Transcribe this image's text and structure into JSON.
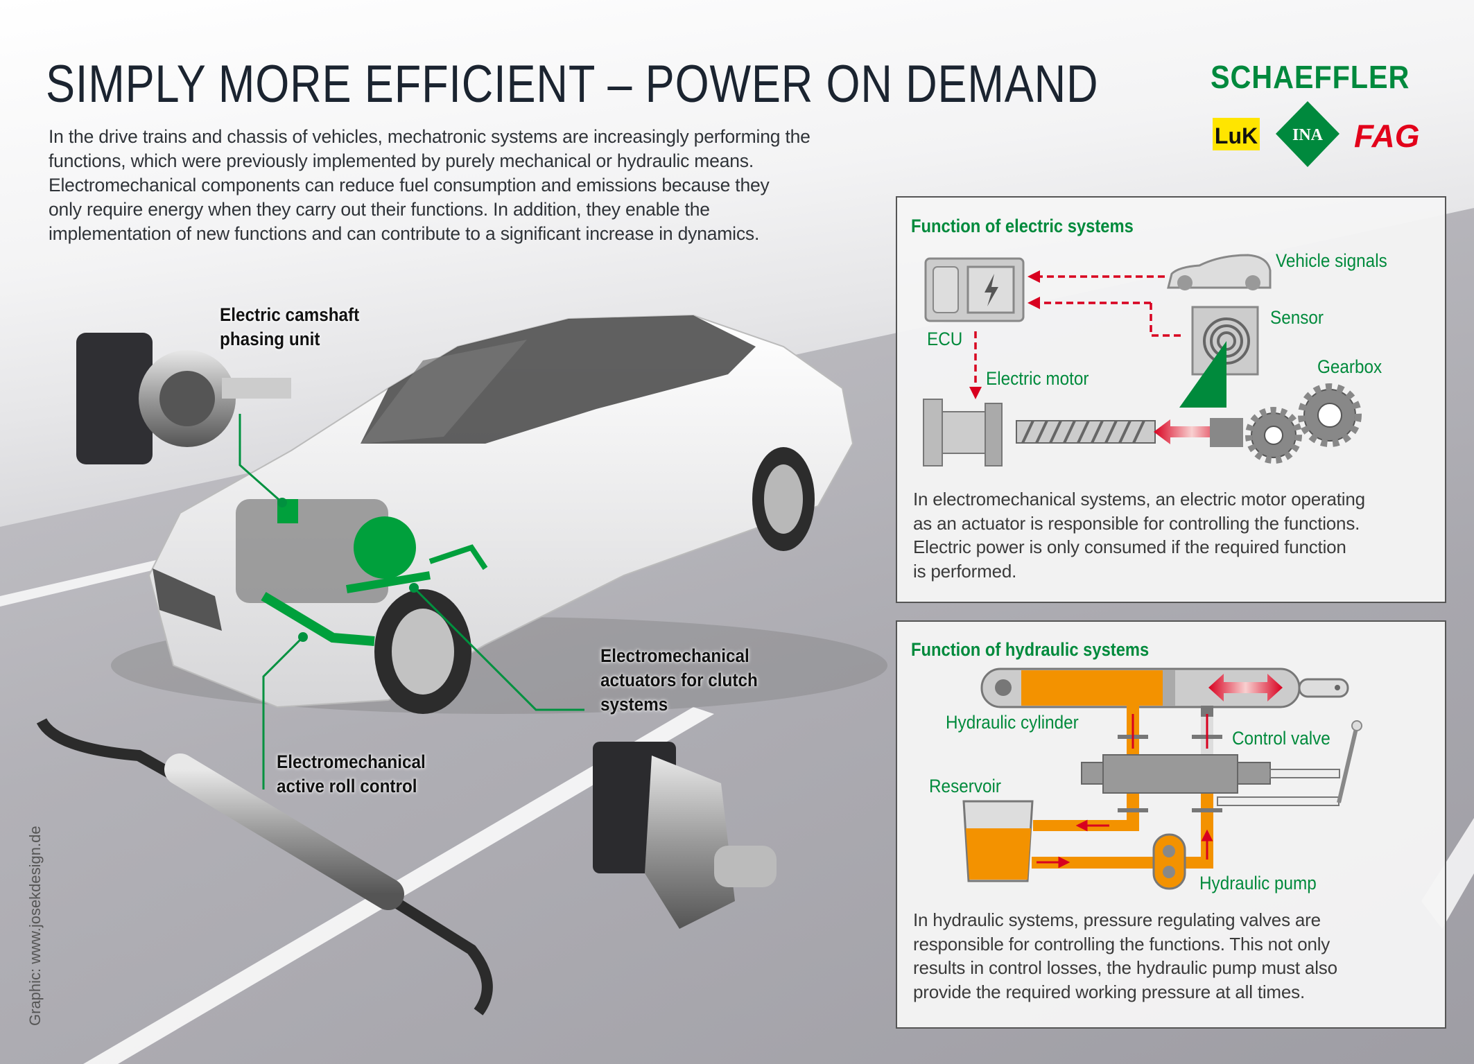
{
  "header": {
    "title": "SIMPLY MORE EFFICIENT – POWER ON DEMAND",
    "intro_lines": [
      "In the drive trains and chassis of vehicles, mechatronic systems are increasingly performing the",
      "functions, which were previously implemented by purely mechanical or hydraulic means.",
      "Electromechanical components can reduce fuel consumption and emissions because they",
      "only require energy when they carry out their functions. In addition, they enable the",
      "implementation of new functions and can contribute to a significant increase in dynamics."
    ]
  },
  "logos": {
    "schaeffler": "SCHAEFFLER",
    "luk": "LuK",
    "ina": "INA",
    "fag": "FAG"
  },
  "callouts": {
    "camshaft": [
      "Electric camshaft",
      "phasing unit"
    ],
    "clutch": [
      "Electromechanical",
      "actuators for clutch",
      "systems"
    ],
    "roll": [
      "Electromechanical",
      "active roll control"
    ]
  },
  "credit": "Graphic: www.josekdesign.de",
  "electric_panel": {
    "title": "Function of electric systems",
    "labels": {
      "vehicle_signals": "Vehicle signals",
      "sensor": "Sensor",
      "ecu": "ECU",
      "electric_motor": "Electric motor",
      "gearbox": "Gearbox"
    },
    "body_lines": [
      "In electromechanical systems, an electric motor operating",
      "as an actuator is responsible for controlling the functions.",
      "Electric power is only consumed if the required function",
      "is performed."
    ]
  },
  "hydraulic_panel": {
    "title": "Function of hydraulic systems",
    "labels": {
      "cylinder": "Hydraulic cylinder",
      "control_valve": "Control valve",
      "reservoir": "Reservoir",
      "pump": "Hydraulic pump"
    },
    "body_lines": [
      "In hydraulic systems, pressure regulating valves are",
      "responsible for controlling the functions. This not only",
      "results in control losses, the hydraulic pump must also",
      "provide the required working pressure at all times."
    ]
  },
  "colors": {
    "green": "#008a3c",
    "red": "#d8001f",
    "orange": "#f39200",
    "luk_yellow": "#ffe500",
    "fag_red": "#e2001a"
  }
}
